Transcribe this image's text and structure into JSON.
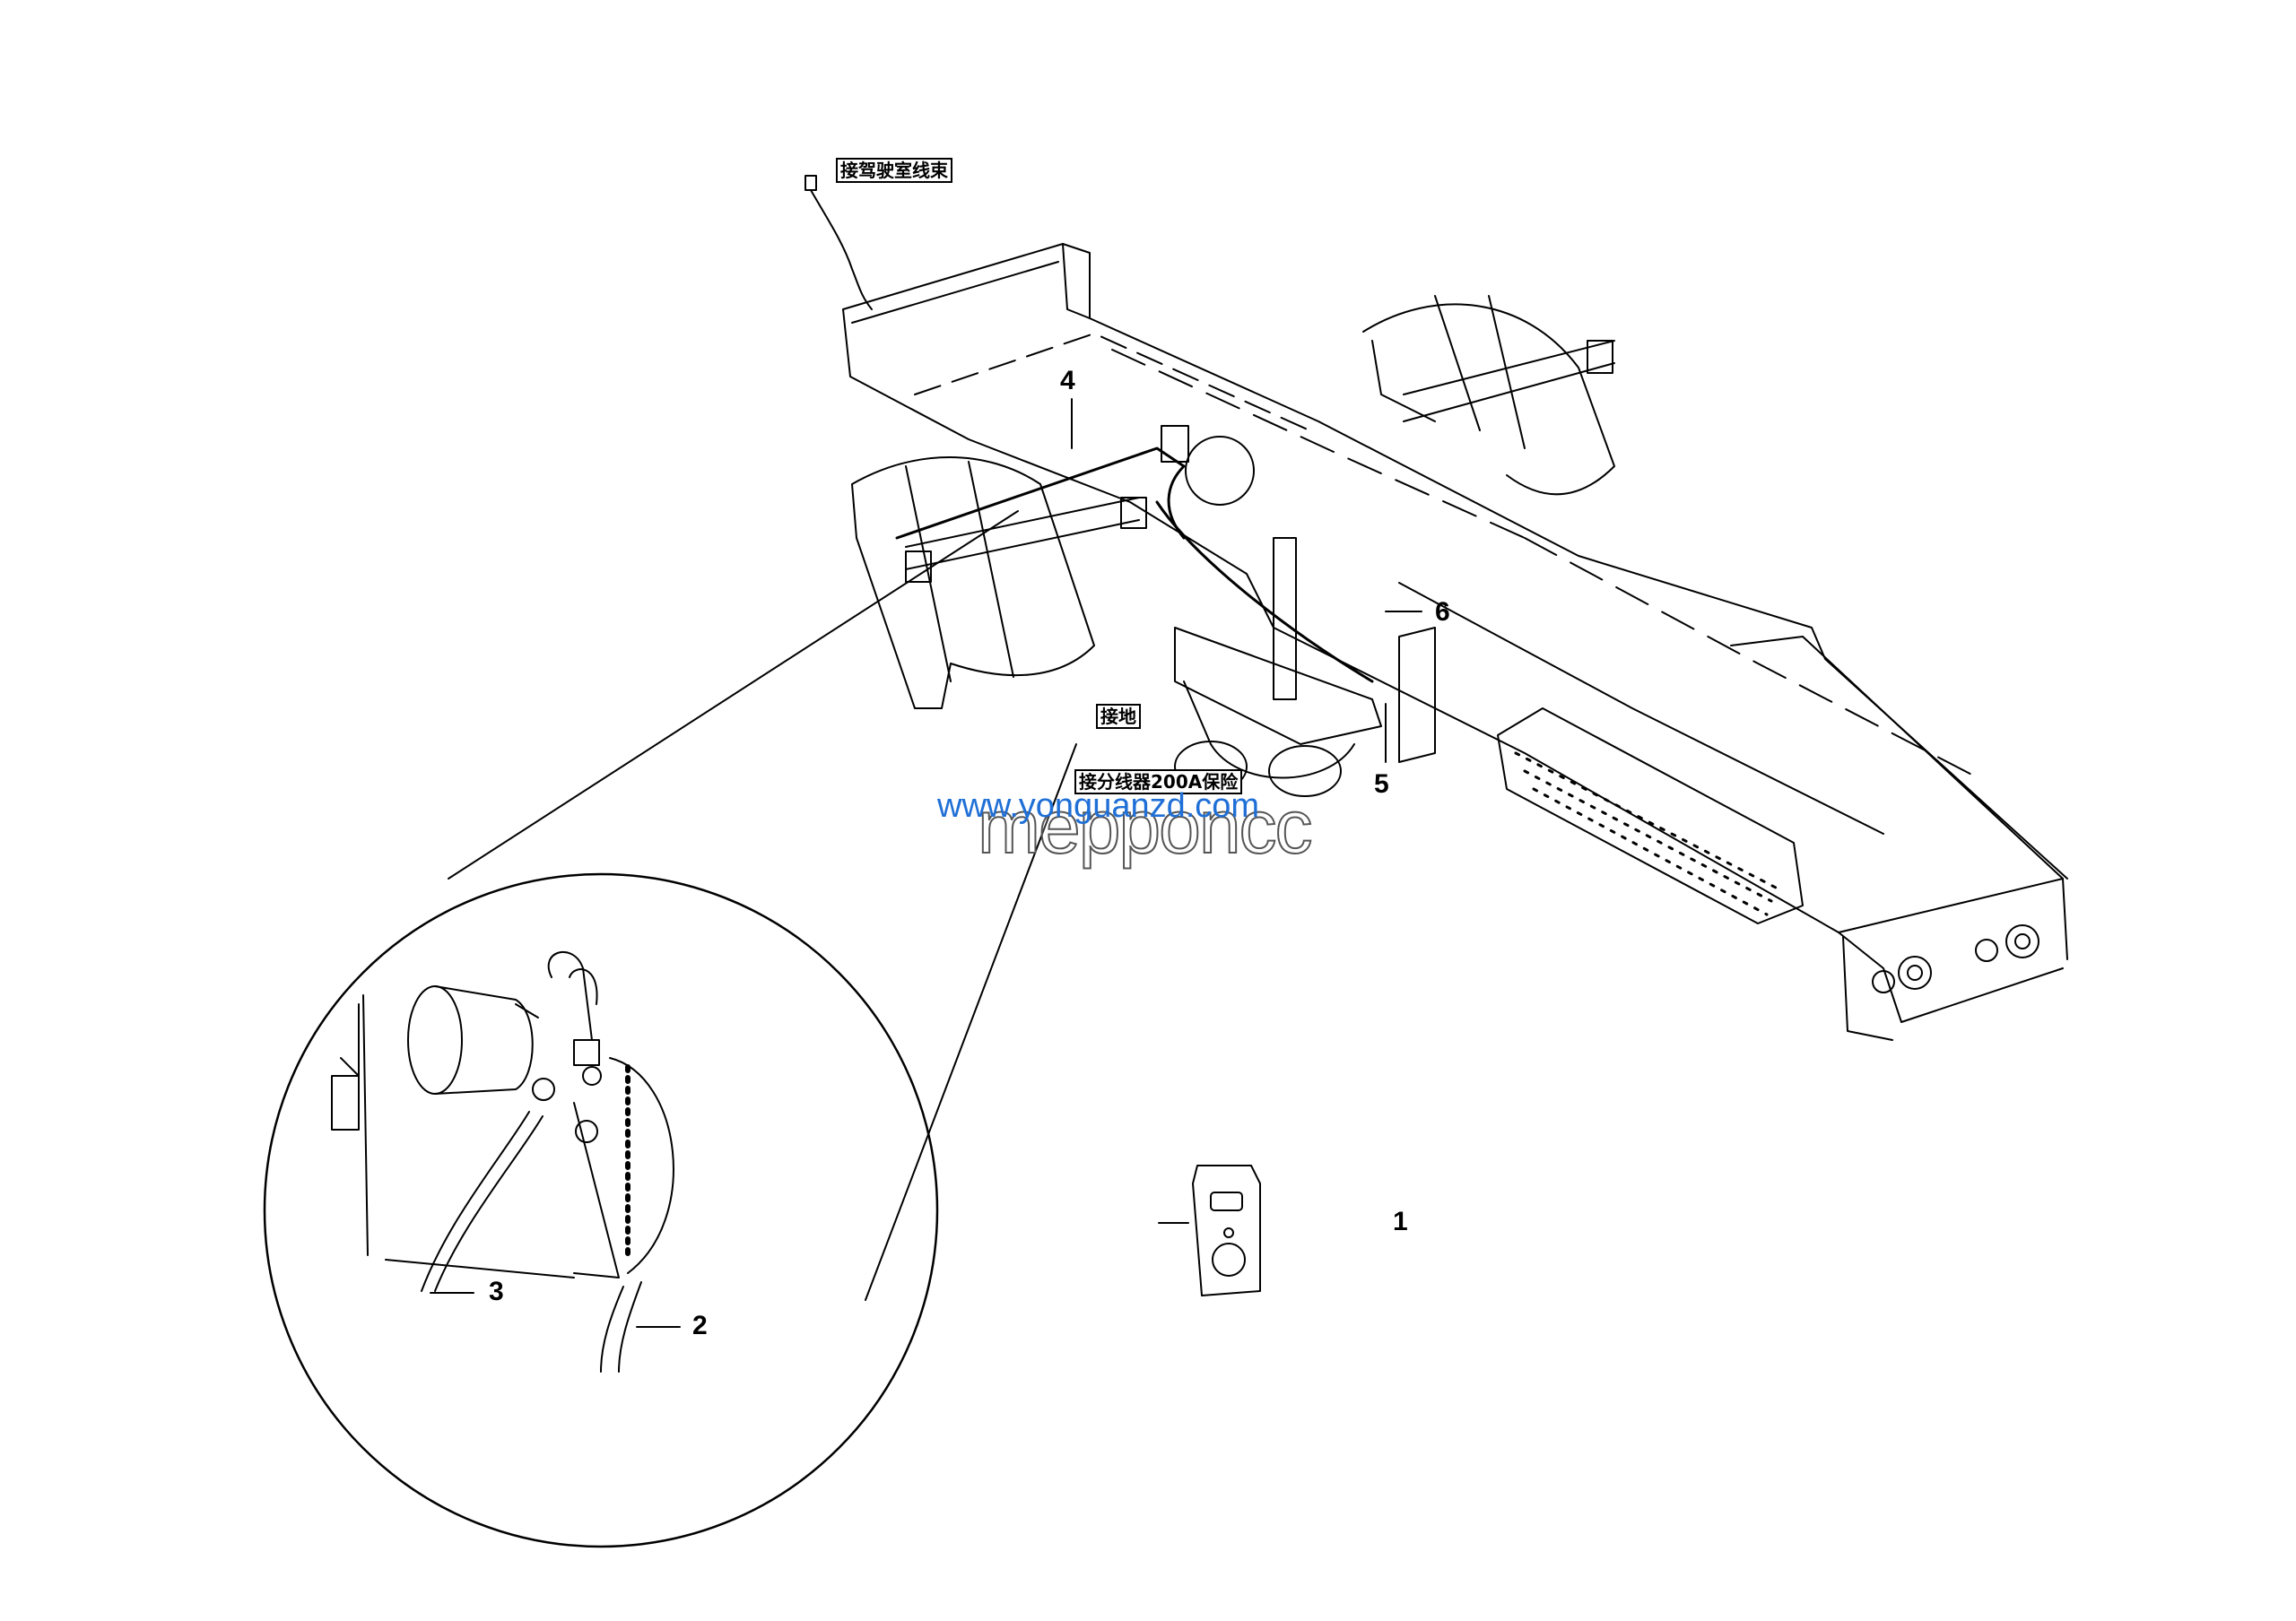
{
  "labels": {
    "cab_harness": "接驾驶室线束",
    "ground": "接地",
    "fuse": "接分线器200A保险"
  },
  "callouts": {
    "c1": "1",
    "c2": "2",
    "c3": "3",
    "c4": "4",
    "c5": "5",
    "c6": "6"
  },
  "watermarks": {
    "url": "www.yonguanzd.com",
    "stamp": "mepponcc"
  }
}
